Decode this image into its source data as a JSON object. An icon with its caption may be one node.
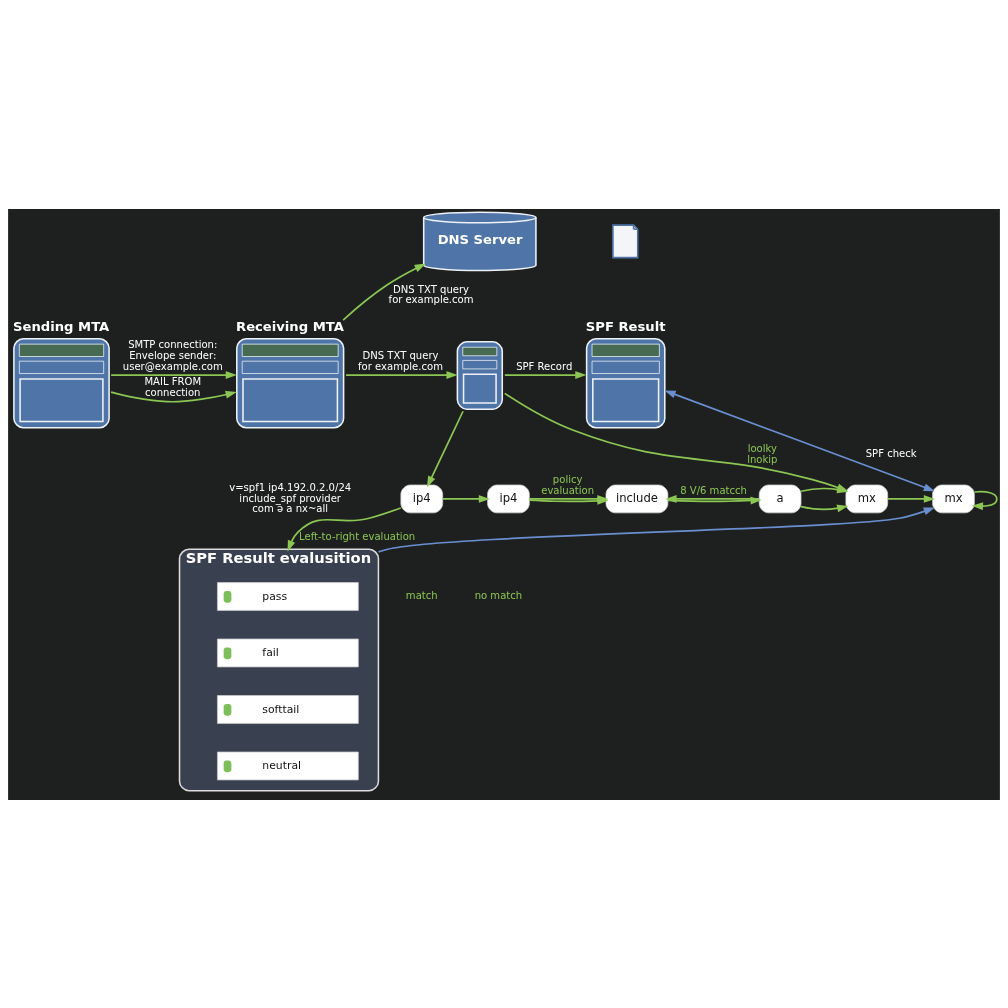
{
  "diagram": {
    "nodes": [
      {
        "text": [
          "Sending MTA"
        ]
      },
      {
        "text": [
          "Receiving MTA"
        ]
      },
      {
        "text": [
          "DNS Server"
        ]
      },
      {
        "text": [],
        "shape": "picture"
      },
      {
        "text": [],
        "shape": "picture"
      },
      {
        "text": [
          "SPF Result"
        ]
      },
      {
        "text": [
          "ip4"
        ]
      },
      {
        "text": [
          "ip4"
        ]
      },
      {
        "text": [
          "include"
        ]
      },
      {
        "text": [
          "a"
        ]
      },
      {
        "text": [
          "mx"
        ]
      },
      {
        "text": [
          "mx"
        ]
      },
      {
        "text": [
          "SPF Result evalusition"
        ]
      },
      {
        "text": [
          "pass"
        ],
        "in": 12
      },
      {
        "text": [
          "fail"
        ],
        "in": 12
      },
      {
        "text": [
          "softtail"
        ],
        "in": 12
      },
      {
        "text": [
          "neutral"
        ],
        "in": 12
      }
    ],
    "edges": [
      {
        "from": 0,
        "to": 1,
        "arrow": "to",
        "label": "SMTP connection: Envelope sender: user@example.com"
      },
      {
        "from": 0,
        "to": 1,
        "arrow": "to",
        "label": "MAIL FROM connection"
      },
      {
        "from": 1,
        "to": 2,
        "arrow": "to",
        "label": "DNS TXT query for example.com"
      },
      {
        "from": 1,
        "to": 3,
        "arrow": "to",
        "label": "DNS TXT query for example.com"
      },
      {
        "from": 3,
        "to": 5,
        "arrow": "to",
        "label": "SPF Record"
      },
      {
        "from": 3,
        "to": 6,
        "arrow": "to"
      },
      {
        "from": 3,
        "to": 10,
        "arrow": "to",
        "label": "loolky lnokip"
      },
      {
        "from": 6,
        "to": 7,
        "arrow": "to"
      },
      {
        "from": 7,
        "to": 8,
        "arrow": "to"
      },
      {
        "from": 8,
        "to": 9,
        "arrow": "to"
      },
      {
        "from": 9,
        "to": 10,
        "arrow": "to"
      },
      {
        "from": 10,
        "to": 11,
        "arrow": "to"
      },
      {
        "from": 7,
        "to": 8,
        "arrow": "to",
        "label": "policy evaluation"
      },
      {
        "from": 9,
        "to": 8,
        "arrow": "to",
        "label": "8 V/6 matcch"
      },
      {
        "from": 9,
        "to": 10,
        "arrow": "to"
      },
      {
        "from": 11,
        "to": 11,
        "arrow": "to"
      },
      {
        "from": 12,
        "to": 11,
        "arrow": "to",
        "color": "#6a8fd0"
      },
      {
        "from": 11,
        "to": 5,
        "arrow": "both",
        "label": "SPF check",
        "color": "#6a8fd0"
      },
      {
        "from": 6,
        "to": 12,
        "arrow": "to",
        "label": "Left-to-right evaluation"
      }
    ],
    "labels": [
      "v=spf1 ip4.192.0.2.0/24 include_spf provider com ə a nx~all",
      "match",
      "no match"
    ]
  }
}
